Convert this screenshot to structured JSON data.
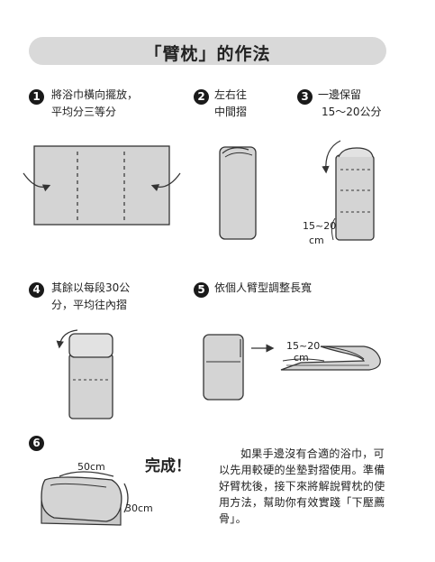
{
  "title": "「臂枕」的作法",
  "steps": [
    {
      "num": "1",
      "line1": "將浴巾橫向擺放，",
      "line2": "平均分三等分"
    },
    {
      "num": "2",
      "line1": "左右往",
      "line2": "中間摺"
    },
    {
      "num": "3",
      "line1": "一邊保留",
      "line2": "15〜20公分"
    },
    {
      "num": "4",
      "line1": "其餘以每段30公",
      "line2": "分，平均往內摺"
    },
    {
      "num": "5",
      "line1": "依個人臂型調整長寬",
      "line2": ""
    },
    {
      "num": "6",
      "line1": "",
      "line2": ""
    }
  ],
  "labels": {
    "step3_dim_top": "15~20",
    "step3_dim_unit": "cm",
    "step5_dim_top": "15~20",
    "step5_dim_unit": "cm",
    "width_label": "50cm",
    "height_label": "30cm"
  },
  "done_text": "完成！",
  "paragraph": "如果手邊沒有合適的浴巾，可以先用較硬的坐墊對摺使用。準備好臂枕後，接下來將解說臂枕的使用方法，幫助你有效實踐「下壓薦骨」。",
  "colors": {
    "fill": "#d4d4d4",
    "stroke": "#333333",
    "title_bg": "#d9d9d9",
    "badge": "#1a1a1a"
  }
}
